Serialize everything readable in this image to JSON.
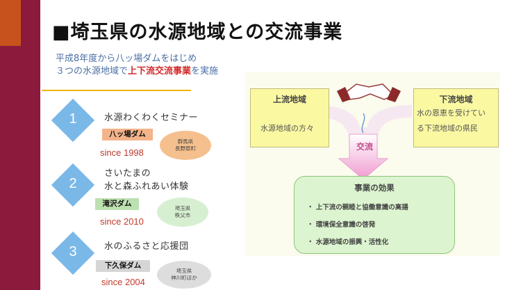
{
  "title": "■埼玉県の水源地域との交流事業",
  "intro": {
    "line1": "平成8年度から八ッ場ダムをはじめ",
    "line2_prefix": "３つの水源地域で",
    "line2_highlight": "上下流交流事業",
    "line2_suffix": "を実施"
  },
  "steps": [
    {
      "number": "1",
      "title_lines": [
        "水源わくわくセミナー"
      ],
      "dam": "八ッ場ダム",
      "since": "since 1998",
      "place_lines": [
        "群馬県",
        "長野原町"
      ]
    },
    {
      "number": "2",
      "title_lines": [
        "さいたまの",
        "水と森ふれあい体験"
      ],
      "dam": "滝沢ダム",
      "since": "since 2010",
      "place_lines": [
        "埼玉県",
        "秩父市"
      ]
    },
    {
      "number": "3",
      "title_lines": [
        "水のふるさと応援団"
      ],
      "dam": "下久保ダム",
      "since": "since 2004",
      "place_lines": [
        "埼玉県",
        "神川町ほか"
      ]
    }
  ],
  "diagram": {
    "upstream": {
      "title": "上流地域",
      "text": "水源地域の方々"
    },
    "downstream": {
      "title": "下流地域",
      "text_lines": [
        "水の恩恵を受けてい",
        "る下流地域の県民"
      ]
    },
    "exchange": "交流",
    "effects": {
      "title": "事業の効果",
      "items": [
        "・ 上下流の親睦と協働意識の高揚",
        "・ 環境保全意識の啓発",
        "・ 水源地域の振興・活性化"
      ]
    }
  },
  "colors": {
    "sidebar": "#8b1a3c",
    "sidebar_accent": "#c8521e",
    "diamond": "#7ab8e8",
    "since": "#c0392b",
    "highlight": "#d42a2a"
  }
}
